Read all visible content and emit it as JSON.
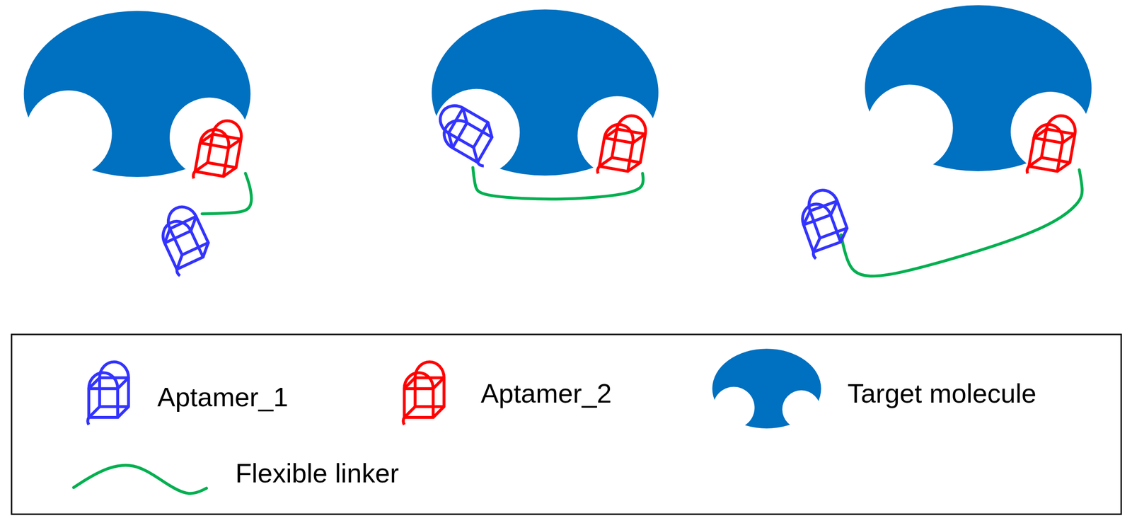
{
  "diagram": {
    "legend": [
      {
        "text": "Aptamer_1"
      },
      {
        "text": "Aptamer_2"
      },
      {
        "text": "Target molecule"
      },
      {
        "text": "Flexible linker"
      }
    ]
  }
}
